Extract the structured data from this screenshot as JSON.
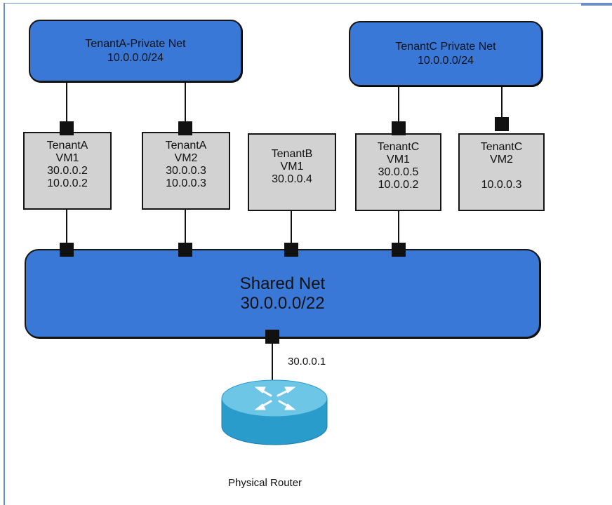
{
  "networks": {
    "tenant_a": {
      "name": "TenantA-Private Net",
      "cidr": "10.0.0.0/24"
    },
    "tenant_c": {
      "name": "TenantC Private Net",
      "cidr": "10.0.0.0/24"
    },
    "shared": {
      "name": "Shared Net",
      "cidr": "30.0.0.0/22"
    }
  },
  "vms": [
    {
      "tenant": "TenantA",
      "vm": "VM1",
      "ip1": "30.0.0.2",
      "ip2": "10.0.0.2"
    },
    {
      "tenant": "TenantA",
      "vm": "VM2",
      "ip1": "30.0.0.3",
      "ip2": "10.0.0.3"
    },
    {
      "tenant": "TenantB",
      "vm": "VM1",
      "ip1": "30.0.0.4",
      "ip2": ""
    },
    {
      "tenant": "TenantC",
      "vm": "VM1",
      "ip1": "30.0.0.5",
      "ip2": "10.0.0.2"
    },
    {
      "tenant": "TenantC",
      "vm": "VM2",
      "ip1": "",
      "ip2": "10.0.0.3"
    }
  ],
  "router": {
    "ip": "30.0.0.1",
    "label": "Physical Router",
    "icon": "router-icon"
  },
  "colors": {
    "network_fill": "#3a78d8",
    "vm_fill": "#d2d2d2",
    "port": "#111111",
    "router_top": "#6ec6e6",
    "router_side": "#2a9ccc"
  }
}
